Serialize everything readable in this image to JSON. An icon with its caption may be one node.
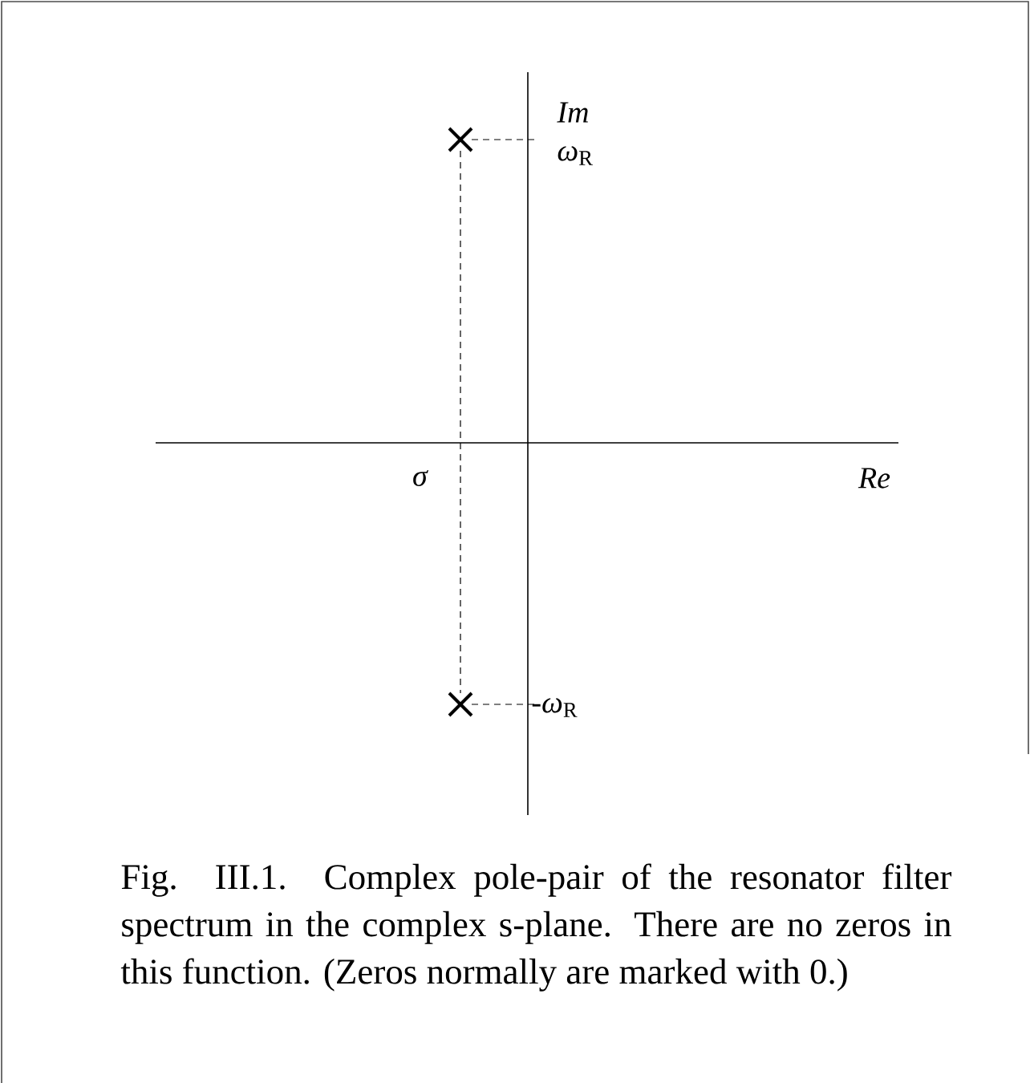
{
  "diagram": {
    "caption": "Fig. III.1. Complex pole-pair of the resonator filter spectrum in the complex s-plane. There are no zeros in this function. (Zeros normally are marked with 0.)",
    "nodes": [
      {
        "text": [],
        "shape": "cross"
      },
      {
        "text": [],
        "shape": "cross"
      }
    ],
    "edges": [
      {
        "from": 0,
        "to": 1,
        "arrow": "none",
        "style": "dashed"
      }
    ],
    "labels": [
      "Im",
      "*ω*$_{R}$",
      "*σ*",
      "Re",
      "-*ω*$_{R}$"
    ]
  }
}
